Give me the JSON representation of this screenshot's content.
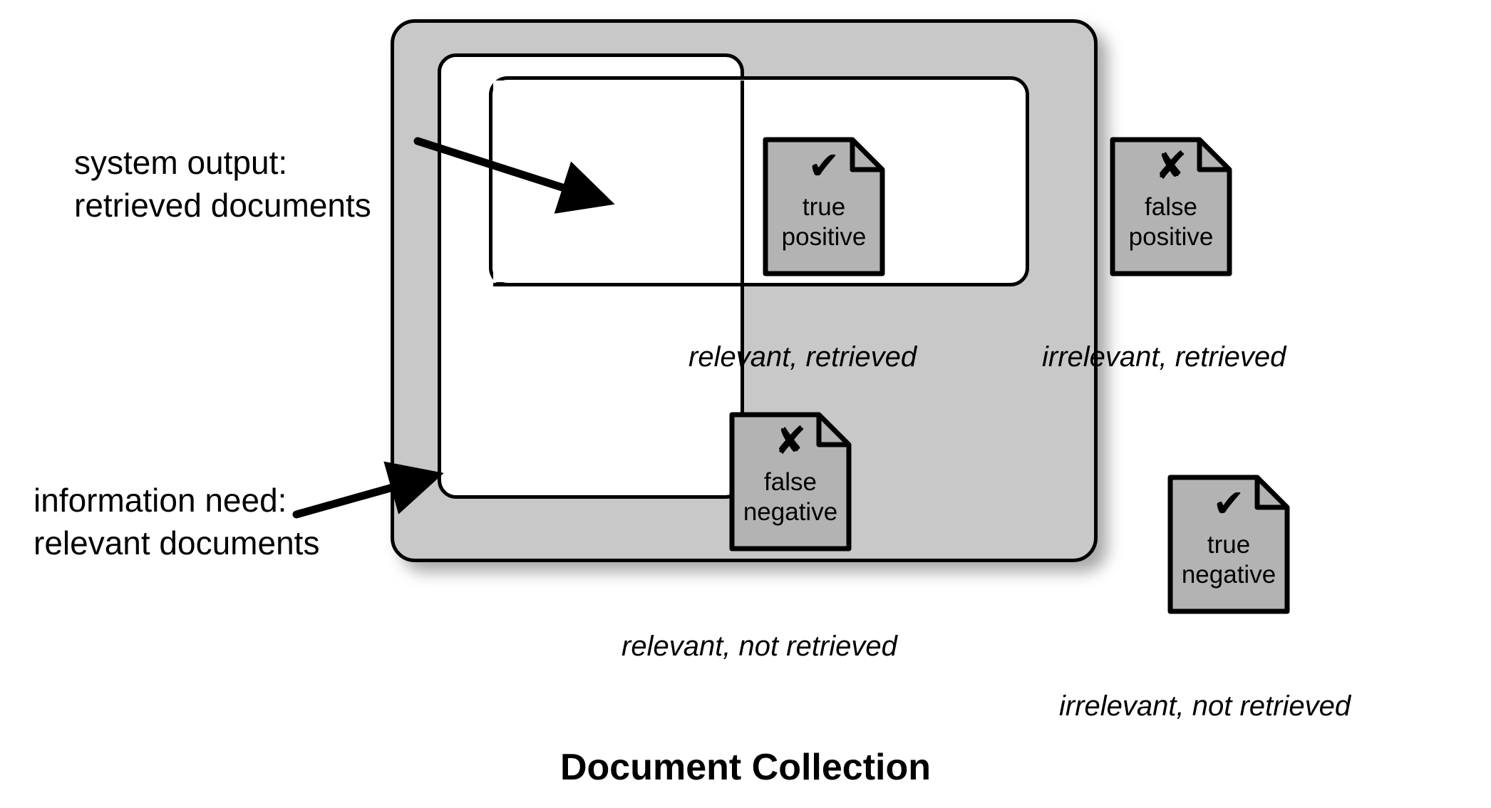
{
  "title": "Document Collection",
  "annotations": [
    {
      "id": "system-output",
      "line1": "system output:",
      "line2": "retrieved documents"
    },
    {
      "id": "information-need",
      "line1": "information need:",
      "line2": "relevant documents"
    }
  ],
  "quadrants": [
    {
      "id": "relevant-retrieved",
      "caption": "relevant, retrieved"
    },
    {
      "id": "irrelevant-retrieved",
      "caption": "irrelevant, retrieved"
    },
    {
      "id": "relevant-not-retrieved",
      "caption": "relevant, not retrieved"
    },
    {
      "id": "irrelevant-not-retrieved",
      "caption": "irrelevant, not retrieved"
    }
  ],
  "documents": [
    {
      "id": "true-positive",
      "mark": "✔",
      "mark_name": "check-mark",
      "line1": "true",
      "line2": "positive"
    },
    {
      "id": "false-positive",
      "mark": "✘",
      "mark_name": "x-mark",
      "line1": "false",
      "line2": "positive"
    },
    {
      "id": "false-negative",
      "mark": "✘",
      "mark_name": "x-mark",
      "line1": "false",
      "line2": "negative"
    },
    {
      "id": "true-negative",
      "mark": "✔",
      "mark_name": "check-mark",
      "line1": "true",
      "line2": "negative"
    }
  ],
  "colors": {
    "collection_fill": "#c8c8c8",
    "set_fill": "#ffffff",
    "document_fill": "#b3b3b3",
    "stroke": "#000000"
  }
}
